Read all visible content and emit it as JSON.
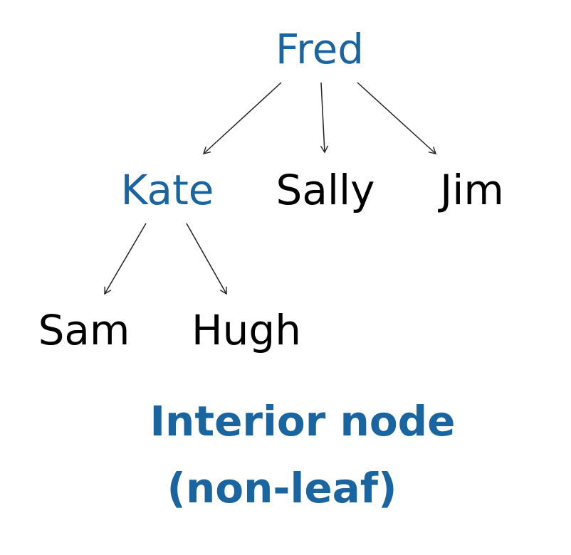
{
  "nodes": {
    "fred": {
      "label": "Fred"
    },
    "kate": {
      "label": "Kate"
    },
    "sally": {
      "label": "Sally"
    },
    "jim": {
      "label": "Jim"
    },
    "sam": {
      "label": "Sam"
    },
    "hugh": {
      "label": "Hugh"
    }
  },
  "edges": [
    {
      "from": "fred",
      "to": "kate"
    },
    {
      "from": "fred",
      "to": "sally"
    },
    {
      "from": "fred",
      "to": "jim"
    },
    {
      "from": "kate",
      "to": "sam"
    },
    {
      "from": "kate",
      "to": "hugh"
    }
  ],
  "highlighted": [
    "fred",
    "kate"
  ],
  "caption": {
    "line1": "Interior node",
    "line2": "(non-leaf)"
  },
  "colors": {
    "highlight": "#1a64a0",
    "normal": "#000000",
    "edge": "#222222"
  }
}
